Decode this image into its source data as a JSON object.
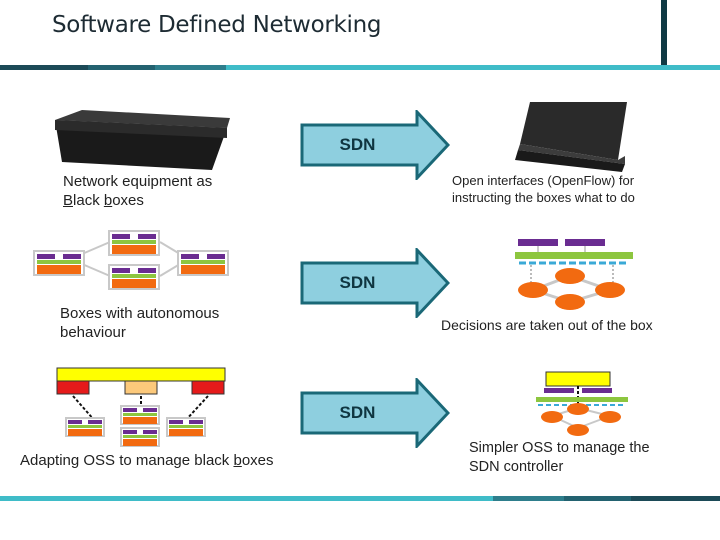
{
  "header": {
    "title": "Software Defined Networking"
  },
  "colors": {
    "title_text": "#1d2b33",
    "accent_dark": "#0f3a44",
    "bar_segments": [
      "#1c4a57",
      "#236270",
      "#2e7e8c",
      "#3fbcc8"
    ],
    "arrow_fill": "#8ecfdf",
    "arrow_stroke": "#1a6877",
    "purple": "#6a2c91",
    "green": "#8dc63f",
    "orange": "#f26a10",
    "yellow": "#ffff00",
    "red": "#e51a1a",
    "peach": "#fcc97b",
    "dashed_blue": "#3aa9d6"
  },
  "rows": [
    {
      "left_caption_line1": "Network equipment as",
      "left_caption_line2_part1": "B",
      "left_caption_line2_part2": "lack ",
      "left_caption_line2_part3": "b",
      "left_caption_line2_part4": "oxes",
      "arrow_label": "SDN",
      "right_caption_line1": "Open interfaces (OpenFlow) for",
      "right_caption_line2": "instructing the boxes what to do"
    },
    {
      "left_caption_line1": "Boxes with autonomous",
      "left_caption_line2": "behaviour",
      "arrow_label": "SDN",
      "right_caption": "Decisions are taken out of the box"
    },
    {
      "left_caption_part1": "Adapting OSS to manage black ",
      "left_caption_part2": "b",
      "left_caption_part3": "oxes",
      "arrow_label": "SDN",
      "right_caption_line1": "Simpler OSS to manage the",
      "right_caption_line2": "SDN controller"
    }
  ]
}
